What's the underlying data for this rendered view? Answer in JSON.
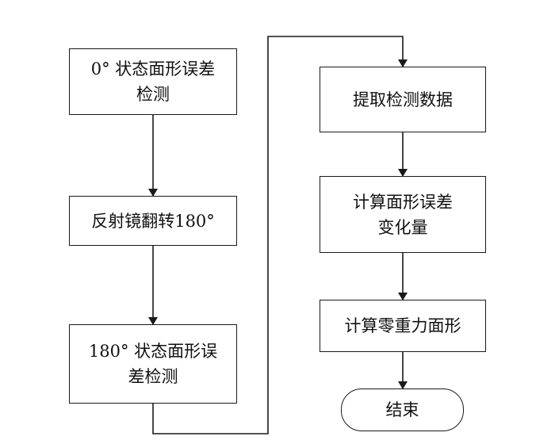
{
  "diagram": {
    "left_column": {
      "step1": {
        "line1": "0° 状态面形误差",
        "line2": "检测"
      },
      "step2": {
        "line1": "反射镜翻转180°"
      },
      "step3": {
        "line1": "180° 状态面形误",
        "line2": "差检测"
      }
    },
    "right_column": {
      "step4": {
        "line1": "提取检测数据"
      },
      "step5": {
        "line1": "计算面形误差",
        "line2": "变化量"
      },
      "step6": {
        "line1": "计算零重力面形"
      },
      "end": {
        "line1": "结束"
      }
    },
    "colors": {
      "stroke": "#1a1a1a",
      "text": "#111111",
      "background": "#ffffff"
    }
  }
}
